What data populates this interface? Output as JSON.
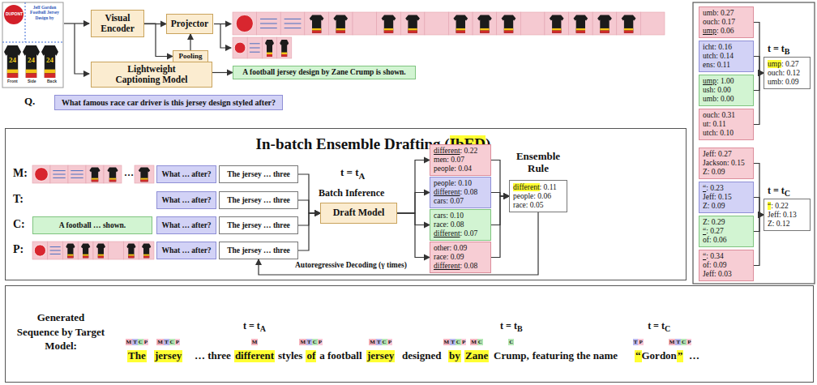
{
  "diagram": {
    "nodes": [
      {
        "text": [
          "Visual Encoder"
        ]
      },
      {
        "text": [
          "Projector"
        ]
      },
      {
        "text": [
          "Pooling"
        ]
      },
      {
        "text": [
          "Lightweight Captioning Model"
        ]
      },
      {
        "text": [
          "A football jersey design by Zane Crump is shown."
        ]
      },
      {
        "text": [
          "What famous race car driver is this jersey design styled after?"
        ]
      },
      {
        "text": [
          "In-batch Ensemble Drafting (IbED)"
        ]
      },
      {
        "text": [
          "What … after?"
        ],
        "in": 6
      },
      {
        "text": [
          "The jersey … three"
        ],
        "in": 6
      },
      {
        "text": [
          "What … after?"
        ],
        "in": 6
      },
      {
        "text": [
          "The jersey … three"
        ],
        "in": 6
      },
      {
        "text": [
          "A football … shown."
        ],
        "in": 6
      },
      {
        "text": [
          "What … after?"
        ],
        "in": 6
      },
      {
        "text": [
          "The jersey … three"
        ],
        "in": 6
      },
      {
        "text": [
          "What … after?"
        ],
        "in": 6
      },
      {
        "text": [
          "The jersey … three"
        ],
        "in": 6
      },
      {
        "text": [
          "Draft Model"
        ],
        "in": 6
      },
      {
        "text": [
          "different: 0.22",
          "men: 0.07",
          "people: 0.04"
        ],
        "in": 6
      },
      {
        "text": [
          "people: 0.10",
          "different: 0.08",
          "cars: 0.07"
        ],
        "in": 6
      },
      {
        "text": [
          "cars: 0.10",
          "race: 0.08",
          "different: 0.07"
        ],
        "in": 6
      },
      {
        "text": [
          "other: 0.09",
          "race: 0.09",
          "different: 0.08"
        ],
        "in": 6
      },
      {
        "text": [
          "different: 0.11",
          "people: 0.06",
          "race: 0.05"
        ],
        "in": 6
      },
      {
        "text": [
          "umb: 0.27",
          "ouch: 0.17",
          "ump: 0.06"
        ]
      },
      {
        "text": [
          "icht: 0.16",
          "utch: 0.14",
          "ens: 0.11"
        ]
      },
      {
        "text": [
          "ump: 1.00",
          "ush: 0.00",
          "umb: 0.00"
        ]
      },
      {
        "text": [
          "ouch: 0.31",
          "ut: 0.11",
          "utch: 0.10"
        ]
      },
      {
        "text": [
          "ump: 0.27",
          "ouch: 0.12",
          "umb: 0.09"
        ]
      },
      {
        "text": [
          "Jeff: 0.27",
          "Jackson: 0.15",
          "Z: 0.09"
        ]
      },
      {
        "text": [
          "“: 0.23",
          "Jeff: 0.15",
          "Z: 0.09"
        ]
      },
      {
        "text": [
          "Z: 0.29",
          "“: 0.27",
          "of: 0.06"
        ]
      },
      {
        "text": [
          "“: 0.34",
          "of: 0.09",
          "Jeff: 0.03"
        ]
      },
      {
        "text": [
          "“: 0.22",
          "Jeff: 0.13",
          "Z: 0.12"
        ]
      },
      {
        "text": [
          "Generated Sequence by Target Model:"
        ]
      }
    ],
    "edges": [
      {
        "from": 0,
        "to": 1,
        "arrow": "to"
      },
      {
        "from": 0,
        "to": 2,
        "arrow": "to"
      },
      {
        "from": 2,
        "to": 1,
        "arrow": "to"
      },
      {
        "from": 3,
        "to": 4,
        "arrow": "to"
      },
      {
        "from": 8,
        "to": 16,
        "arrow": "to"
      },
      {
        "from": 10,
        "to": 16,
        "arrow": "to"
      },
      {
        "from": 13,
        "to": 16,
        "arrow": "to"
      },
      {
        "from": 15,
        "to": 16,
        "arrow": "to"
      },
      {
        "from": 16,
        "to": 17,
        "arrow": "to"
      },
      {
        "from": 16,
        "to": 18,
        "arrow": "to"
      },
      {
        "from": 16,
        "to": 19,
        "arrow": "to"
      },
      {
        "from": 16,
        "to": 20,
        "arrow": "to"
      },
      {
        "from": 17,
        "to": 21,
        "arrow": "to"
      },
      {
        "from": 18,
        "to": 21,
        "arrow": "to"
      },
      {
        "from": 19,
        "to": 21,
        "arrow": "to"
      },
      {
        "from": 20,
        "to": 21,
        "arrow": "to"
      },
      {
        "from": 21,
        "to": 15,
        "arrow": "to",
        "label": "Autoregressive Decoding (γ times)"
      },
      {
        "from": 22,
        "to": 26,
        "arrow": "to"
      },
      {
        "from": 23,
        "to": 26,
        "arrow": "to"
      },
      {
        "from": 24,
        "to": 26,
        "arrow": "to"
      },
      {
        "from": 25,
        "to": 26,
        "arrow": "to"
      },
      {
        "from": 27,
        "to": 31,
        "arrow": "to"
      },
      {
        "from": 28,
        "to": 31,
        "arrow": "to"
      },
      {
        "from": 29,
        "to": 31,
        "arrow": "to"
      },
      {
        "from": 30,
        "to": 31,
        "arrow": "to"
      }
    ],
    "labels": [
      "DUPONT",
      "Jeff Gordon Football Jersey Design by",
      "24",
      "24",
      "24",
      "Front",
      "Side",
      "Back",
      "Q.",
      "M:",
      "T:",
      "C:",
      "P:",
      "…",
      "t = tA",
      "Batch Inference",
      "Ensemble Rule",
      "t = tB",
      "t = tC",
      "The",
      "jersey",
      "… three",
      "different",
      "styles",
      "of",
      "a football",
      "jersey",
      "designed",
      "by",
      "Zane",
      "Crump,",
      "featuring the name",
      "“",
      "Gordon",
      "”",
      "…",
      "t = tA",
      "t = tB",
      "t = tC",
      "MTCP",
      "MTCP",
      "M",
      "MTCP",
      "MTCP",
      "MTCP",
      "MC",
      "C",
      "TP",
      "MTCP"
    ]
  }
}
